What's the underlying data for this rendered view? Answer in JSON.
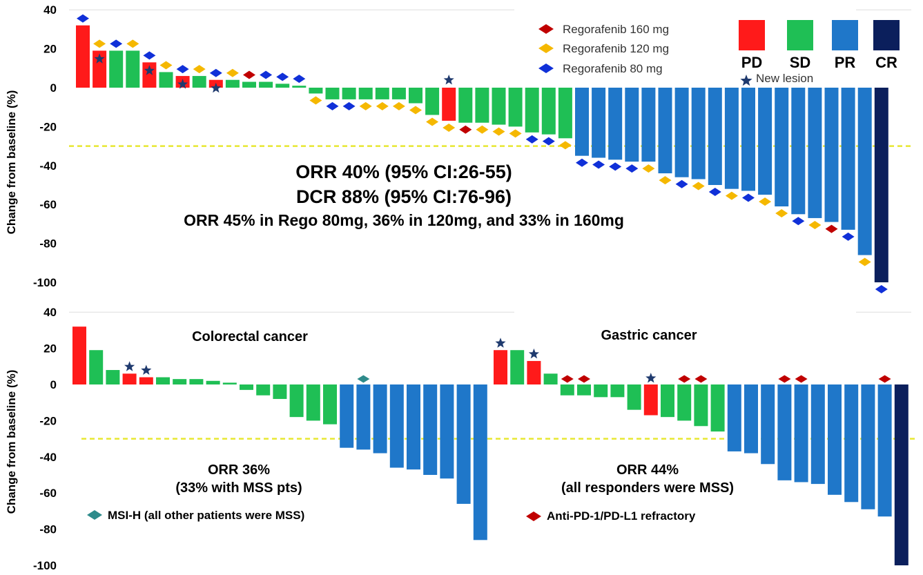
{
  "chart_data": [
    {
      "type": "bar",
      "panel": "top",
      "ylabel": "Change from baseline (%)",
      "ylim": [
        -100,
        40
      ],
      "yticks": [
        "40",
        "20",
        "0",
        "-20",
        "-40",
        "-60",
        "-80",
        "-100"
      ],
      "threshold": -30,
      "annotations": [
        "ORR 40% (95% CI:26-55)",
        "DCR 88% (95% CI:76-96)",
        "ORR 45% in Rego 80mg, 36% in 120mg, and 33% in 160mg"
      ],
      "legend_doses": [
        {
          "label": "Regorafenib 160 mg",
          "dose": "160"
        },
        {
          "label": "Regorafenib 120 mg",
          "dose": "120"
        },
        {
          "label": "Regorafenib  80 mg",
          "dose": "80"
        }
      ],
      "legend_response": [
        {
          "label": "PD",
          "response": "PD"
        },
        {
          "label": "SD",
          "response": "SD"
        },
        {
          "label": "PR",
          "response": "PR"
        },
        {
          "label": "CR",
          "response": "CR"
        }
      ],
      "legend_star": "New lesion",
      "bars": [
        {
          "value": 32,
          "response": "PD",
          "dose": "80",
          "new_lesion": false
        },
        {
          "value": 19,
          "response": "PD",
          "dose": "120",
          "new_lesion": true
        },
        {
          "value": 19,
          "response": "SD",
          "dose": "80",
          "new_lesion": false
        },
        {
          "value": 19,
          "response": "SD",
          "dose": "120",
          "new_lesion": false
        },
        {
          "value": 13,
          "response": "PD",
          "dose": "80",
          "new_lesion": true
        },
        {
          "value": 8,
          "response": "SD",
          "dose": "120",
          "new_lesion": false
        },
        {
          "value": 6,
          "response": "PD",
          "dose": "80",
          "new_lesion": true
        },
        {
          "value": 6,
          "response": "SD",
          "dose": "120",
          "new_lesion": false
        },
        {
          "value": 4,
          "response": "PD",
          "dose": "80",
          "new_lesion": true
        },
        {
          "value": 4,
          "response": "SD",
          "dose": "120",
          "new_lesion": false
        },
        {
          "value": 3,
          "response": "SD",
          "dose": "160",
          "new_lesion": false
        },
        {
          "value": 3,
          "response": "SD",
          "dose": "80",
          "new_lesion": false
        },
        {
          "value": 2,
          "response": "SD",
          "dose": "80",
          "new_lesion": false
        },
        {
          "value": 1,
          "response": "SD",
          "dose": "80",
          "new_lesion": false
        },
        {
          "value": -3,
          "response": "SD",
          "dose": "120",
          "new_lesion": false
        },
        {
          "value": -6,
          "response": "SD",
          "dose": "80",
          "new_lesion": false
        },
        {
          "value": -6,
          "response": "SD",
          "dose": "80",
          "new_lesion": false
        },
        {
          "value": -6,
          "response": "SD",
          "dose": "120",
          "new_lesion": false
        },
        {
          "value": -6,
          "response": "SD",
          "dose": "120",
          "new_lesion": false
        },
        {
          "value": -6,
          "response": "SD",
          "dose": "120",
          "new_lesion": false
        },
        {
          "value": -8,
          "response": "SD",
          "dose": "120",
          "new_lesion": false
        },
        {
          "value": -14,
          "response": "SD",
          "dose": "120",
          "new_lesion": false
        },
        {
          "value": -17,
          "response": "PD",
          "dose": "120",
          "new_lesion": true
        },
        {
          "value": -18,
          "response": "SD",
          "dose": "160",
          "new_lesion": false
        },
        {
          "value": -18,
          "response": "SD",
          "dose": "120",
          "new_lesion": false
        },
        {
          "value": -19,
          "response": "SD",
          "dose": "120",
          "new_lesion": false
        },
        {
          "value": -20,
          "response": "SD",
          "dose": "120",
          "new_lesion": false
        },
        {
          "value": -23,
          "response": "SD",
          "dose": "80",
          "new_lesion": false
        },
        {
          "value": -24,
          "response": "SD",
          "dose": "80",
          "new_lesion": false
        },
        {
          "value": -26,
          "response": "SD",
          "dose": "120",
          "new_lesion": false
        },
        {
          "value": -35,
          "response": "PR",
          "dose": "80",
          "new_lesion": false
        },
        {
          "value": -36,
          "response": "PR",
          "dose": "80",
          "new_lesion": false
        },
        {
          "value": -37,
          "response": "PR",
          "dose": "80",
          "new_lesion": false
        },
        {
          "value": -38,
          "response": "PR",
          "dose": "80",
          "new_lesion": false
        },
        {
          "value": -38,
          "response": "PR",
          "dose": "120",
          "new_lesion": false
        },
        {
          "value": -44,
          "response": "PR",
          "dose": "120",
          "new_lesion": false
        },
        {
          "value": -46,
          "response": "PR",
          "dose": "80",
          "new_lesion": false
        },
        {
          "value": -47,
          "response": "PR",
          "dose": "120",
          "new_lesion": false
        },
        {
          "value": -50,
          "response": "PR",
          "dose": "80",
          "new_lesion": false
        },
        {
          "value": -52,
          "response": "PR",
          "dose": "120",
          "new_lesion": false
        },
        {
          "value": -53,
          "response": "PR",
          "dose": "80",
          "new_lesion": false
        },
        {
          "value": -55,
          "response": "PR",
          "dose": "120",
          "new_lesion": false
        },
        {
          "value": -61,
          "response": "PR",
          "dose": "120",
          "new_lesion": false
        },
        {
          "value": -65,
          "response": "PR",
          "dose": "80",
          "new_lesion": false
        },
        {
          "value": -67,
          "response": "PR",
          "dose": "120",
          "new_lesion": false
        },
        {
          "value": -69,
          "response": "PR",
          "dose": "160",
          "new_lesion": false
        },
        {
          "value": -73,
          "response": "PR",
          "dose": "80",
          "new_lesion": false
        },
        {
          "value": -86,
          "response": "PR",
          "dose": "120",
          "new_lesion": false
        },
        {
          "value": -100,
          "response": "CR",
          "dose": "80",
          "new_lesion": false
        }
      ]
    },
    {
      "type": "bar",
      "panel": "bottom",
      "ylabel": "Change from baseline (%)",
      "ylim": [
        -100,
        40
      ],
      "yticks": [
        "40",
        "20",
        "0",
        "-20",
        "-40",
        "-60",
        "-80",
        "-100"
      ],
      "threshold": -30,
      "legend_response": [
        {
          "label": "PD",
          "response": "PD"
        },
        {
          "label": "SD",
          "response": "SD"
        },
        {
          "label": "PR",
          "response": "PR"
        },
        {
          "label": "CR",
          "response": "CR"
        }
      ],
      "groups": [
        {
          "title": "Colorectal cancer",
          "annotation": [
            "ORR 36%",
            "(33% with MSS pts)"
          ],
          "marker_legend": "MSI-H (all other patients were MSS)",
          "marker_color": "#2e8b8b",
          "marker_shape": "diamond",
          "bars": [
            {
              "value": 32,
              "response": "PD",
              "star": false,
              "marker": false
            },
            {
              "value": 19,
              "response": "SD",
              "star": false,
              "marker": false
            },
            {
              "value": 8,
              "response": "SD",
              "star": false,
              "marker": false
            },
            {
              "value": 6,
              "response": "PD",
              "star": true,
              "marker": false
            },
            {
              "value": 4,
              "response": "PD",
              "star": true,
              "marker": false
            },
            {
              "value": 4,
              "response": "SD",
              "star": false,
              "marker": false
            },
            {
              "value": 3,
              "response": "SD",
              "star": false,
              "marker": false
            },
            {
              "value": 3,
              "response": "SD",
              "star": false,
              "marker": false
            },
            {
              "value": 2,
              "response": "SD",
              "star": false,
              "marker": false
            },
            {
              "value": 1,
              "response": "SD",
              "star": false,
              "marker": false
            },
            {
              "value": -3,
              "response": "SD",
              "star": false,
              "marker": false
            },
            {
              "value": -6,
              "response": "SD",
              "star": false,
              "marker": false
            },
            {
              "value": -8,
              "response": "SD",
              "star": false,
              "marker": false
            },
            {
              "value": -18,
              "response": "SD",
              "star": false,
              "marker": false
            },
            {
              "value": -20,
              "response": "SD",
              "star": false,
              "marker": false
            },
            {
              "value": -22,
              "response": "SD",
              "star": false,
              "marker": false
            },
            {
              "value": -35,
              "response": "PR",
              "star": false,
              "marker": false
            },
            {
              "value": -36,
              "response": "PR",
              "star": false,
              "marker": true
            },
            {
              "value": -38,
              "response": "PR",
              "star": false,
              "marker": false
            },
            {
              "value": -46,
              "response": "PR",
              "star": false,
              "marker": false
            },
            {
              "value": -47,
              "response": "PR",
              "star": false,
              "marker": false
            },
            {
              "value": -50,
              "response": "PR",
              "star": false,
              "marker": false
            },
            {
              "value": -52,
              "response": "PR",
              "star": false,
              "marker": false
            },
            {
              "value": -66,
              "response": "PR",
              "star": false,
              "marker": false
            },
            {
              "value": -86,
              "response": "PR",
              "star": false,
              "marker": false
            }
          ]
        },
        {
          "title": "Gastric cancer",
          "annotation": [
            "ORR 44%",
            "(all responders were MSS)"
          ],
          "marker_legend": "Anti-PD-1/PD-L1 refractory",
          "marker_color": "#c00000",
          "marker_shape": "diamond",
          "bars": [
            {
              "value": 19,
              "response": "PD",
              "star": true,
              "marker": false
            },
            {
              "value": 19,
              "response": "SD",
              "star": false,
              "marker": false
            },
            {
              "value": 13,
              "response": "PD",
              "star": true,
              "marker": false
            },
            {
              "value": 6,
              "response": "SD",
              "star": false,
              "marker": false
            },
            {
              "value": -6,
              "response": "SD",
              "star": false,
              "marker": true
            },
            {
              "value": -6,
              "response": "SD",
              "star": false,
              "marker": true
            },
            {
              "value": -7,
              "response": "SD",
              "star": false,
              "marker": false
            },
            {
              "value": -7,
              "response": "SD",
              "star": false,
              "marker": false
            },
            {
              "value": -14,
              "response": "SD",
              "star": false,
              "marker": false
            },
            {
              "value": -17,
              "response": "PD",
              "star": true,
              "marker": false
            },
            {
              "value": -18,
              "response": "SD",
              "star": false,
              "marker": false
            },
            {
              "value": -20,
              "response": "SD",
              "star": false,
              "marker": true
            },
            {
              "value": -23,
              "response": "SD",
              "star": false,
              "marker": true
            },
            {
              "value": -26,
              "response": "SD",
              "star": false,
              "marker": false
            },
            {
              "value": -37,
              "response": "PR",
              "star": false,
              "marker": false
            },
            {
              "value": -38,
              "response": "PR",
              "star": false,
              "marker": false
            },
            {
              "value": -44,
              "response": "PR",
              "star": false,
              "marker": false
            },
            {
              "value": -53,
              "response": "PR",
              "star": false,
              "marker": true
            },
            {
              "value": -54,
              "response": "PR",
              "star": false,
              "marker": true
            },
            {
              "value": -55,
              "response": "PR",
              "star": false,
              "marker": false
            },
            {
              "value": -61,
              "response": "PR",
              "star": false,
              "marker": false
            },
            {
              "value": -65,
              "response": "PR",
              "star": false,
              "marker": false
            },
            {
              "value": -69,
              "response": "PR",
              "star": false,
              "marker": false
            },
            {
              "value": -73,
              "response": "PR",
              "star": false,
              "marker": true
            },
            {
              "value": -100,
              "response": "CR",
              "star": false,
              "marker": false
            }
          ]
        }
      ]
    }
  ],
  "colors": {
    "PD": "#ff1a1a",
    "SD": "#1fbf55",
    "PR": "#1f77c9",
    "CR": "#0b1f5c",
    "dose_160": "#c00000",
    "dose_120": "#f5b800",
    "dose_80": "#1030d8",
    "star": "#1f3a6e",
    "threshold": "#e8e830"
  },
  "icons": {
    "star": "star-icon",
    "dose_marker": "diamond-icon"
  }
}
